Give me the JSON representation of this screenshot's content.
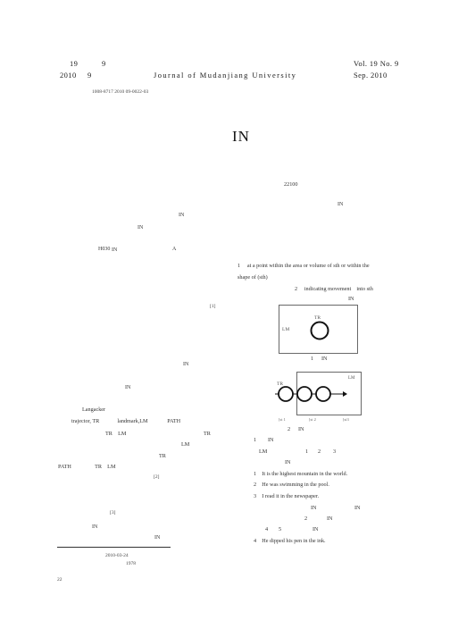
{
  "header": {
    "left_top_1": "19",
    "left_top_2": "9",
    "left_bottom_1": "2010",
    "left_bottom_2": "9",
    "journal": "Journal of Mudanjiang University",
    "vol": "Vol. 19 No. 9",
    "date": "Sep.  2010"
  },
  "article_no": "1008-8717   2010   09-0022-03",
  "title": "IN",
  "postcode": "22100",
  "left_col": {
    "in_a": "IN",
    "in_b": "IN",
    "in_c": "IN",
    "class_code": "H030",
    "doc_code": "A",
    "ref1": "[1]",
    "in_d": "IN",
    "in_e": "IN",
    "langacker": "Langacker",
    "tr_line": "trajector, TR             landmark,LM              PATH",
    "tr_lm_1": "TR    LM",
    "tr_1": "TR",
    "lm_1": "LM",
    "tr_2": "TR",
    "path_line": "PATH                 TR    LM",
    "ref2": "[2]",
    "ref3": "[3]",
    "in_f": "IN",
    "in_g": "IN",
    "received": "2010-03-24",
    "born": "1978",
    "page_no": "22"
  },
  "right_col": {
    "in_top": "IN",
    "def1": "1     at a point within the area or volume of sth or within the",
    "def1b": "shape of (sth)",
    "def2": "2     indicating movement    into sth",
    "in_def": "IN",
    "fig1": {
      "tr": "TR",
      "lm": "LM",
      "caption_num": "1",
      "caption_in": "IN"
    },
    "fig2": {
      "tr": "TR",
      "lm": "LM",
      "ticks": [
        "[st 1",
        "[st 2",
        "[st3"
      ],
      "caption_num": "2",
      "caption_in": "IN"
    },
    "line_a_1": "1",
    "line_a_in": "IN",
    "line_b_lm": "LM",
    "line_b_n1": "1",
    "line_b_n2": "2",
    "line_b_n3": "3",
    "line_c_in": "IN",
    "ex1": "1    It is the highest mountain in the world.",
    "ex2": "2    He was swimming in the pool.",
    "ex3": "3    I read it in the newspaper.",
    "line_d_in1": "IN",
    "line_d_in2": "IN",
    "line_e_n": "2",
    "line_e_in": "IN",
    "line_f_n1": "4",
    "line_f_n2": "5",
    "line_f_in": "IN",
    "ex4": "4    He dipped his pen in the ink."
  }
}
